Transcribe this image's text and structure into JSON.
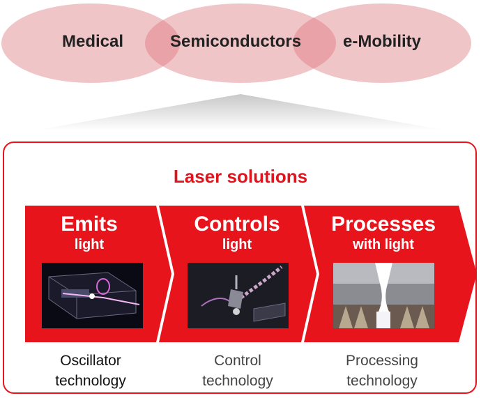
{
  "venn": {
    "circles": [
      "Medical",
      "Semiconductors",
      "e-Mobility"
    ],
    "fill_color": "#f0c5c8",
    "overlap_color": "#e9a3a8"
  },
  "panel": {
    "title": "Laser solutions",
    "accent_color": "#e8141c"
  },
  "steps": [
    {
      "title": "Emits",
      "subtitle": "light",
      "caption_line1": "Oscillator",
      "caption_line2": "technology",
      "image_icon": "oscillator-illustration"
    },
    {
      "title": "Controls",
      "subtitle": "light",
      "caption_line1": "Control",
      "caption_line2": "technology",
      "image_icon": "control-illustration"
    },
    {
      "title": "Processes",
      "subtitle": "with light",
      "caption_line1": "Processing",
      "caption_line2": "technology",
      "image_icon": "processing-illustration"
    }
  ]
}
